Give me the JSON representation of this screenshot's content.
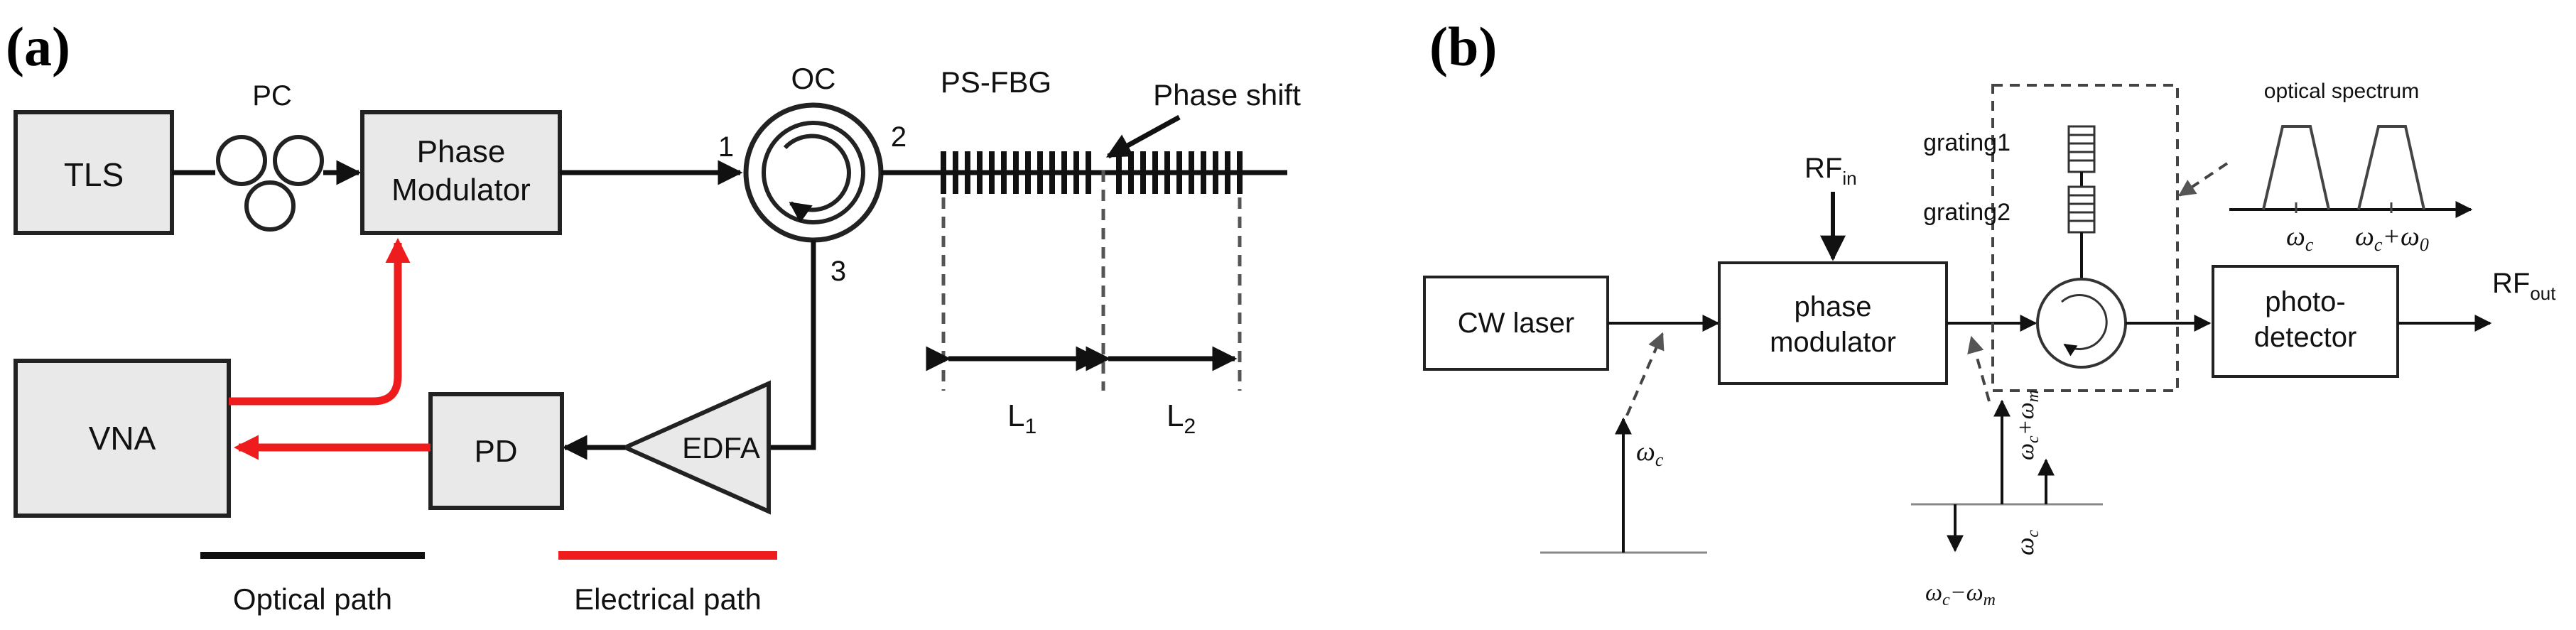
{
  "panel_a": {
    "label": "(a)",
    "tls": "TLS",
    "pc": "PC",
    "phase_modulator": [
      "Phase",
      "Modulator"
    ],
    "oc": "OC",
    "port1": "1",
    "port2": "2",
    "port3": "3",
    "psfbg": "PS-FBG",
    "phase_shift": "Phase shift",
    "l1": "L",
    "l1_sub": "1",
    "l2": "L",
    "l2_sub": "2",
    "vna": "VNA",
    "pd": "PD",
    "edfa": "EDFA",
    "optical_path": "Optical path",
    "electrical_path": "Electrical path",
    "colors": {
      "electrical": "#ee1c1c",
      "optical": "#111111",
      "box_fill": "#e9e9e9"
    }
  },
  "panel_b": {
    "label": "(b)",
    "cw_laser": "CW laser",
    "phase_modulator": [
      "phase",
      "modulator"
    ],
    "rf_in": "RF",
    "rf_in_sub": "in",
    "rf_out": "RF",
    "rf_out_sub": "out",
    "grating1": "grating1",
    "grating2": "grating2",
    "photodetector": [
      "photo-",
      "detector"
    ],
    "optical_spectrum": "optical spectrum",
    "omega": "ω",
    "sub_c": "c",
    "sub_m": "m",
    "sub_0": "0",
    "plus": "+",
    "minus": "−"
  }
}
